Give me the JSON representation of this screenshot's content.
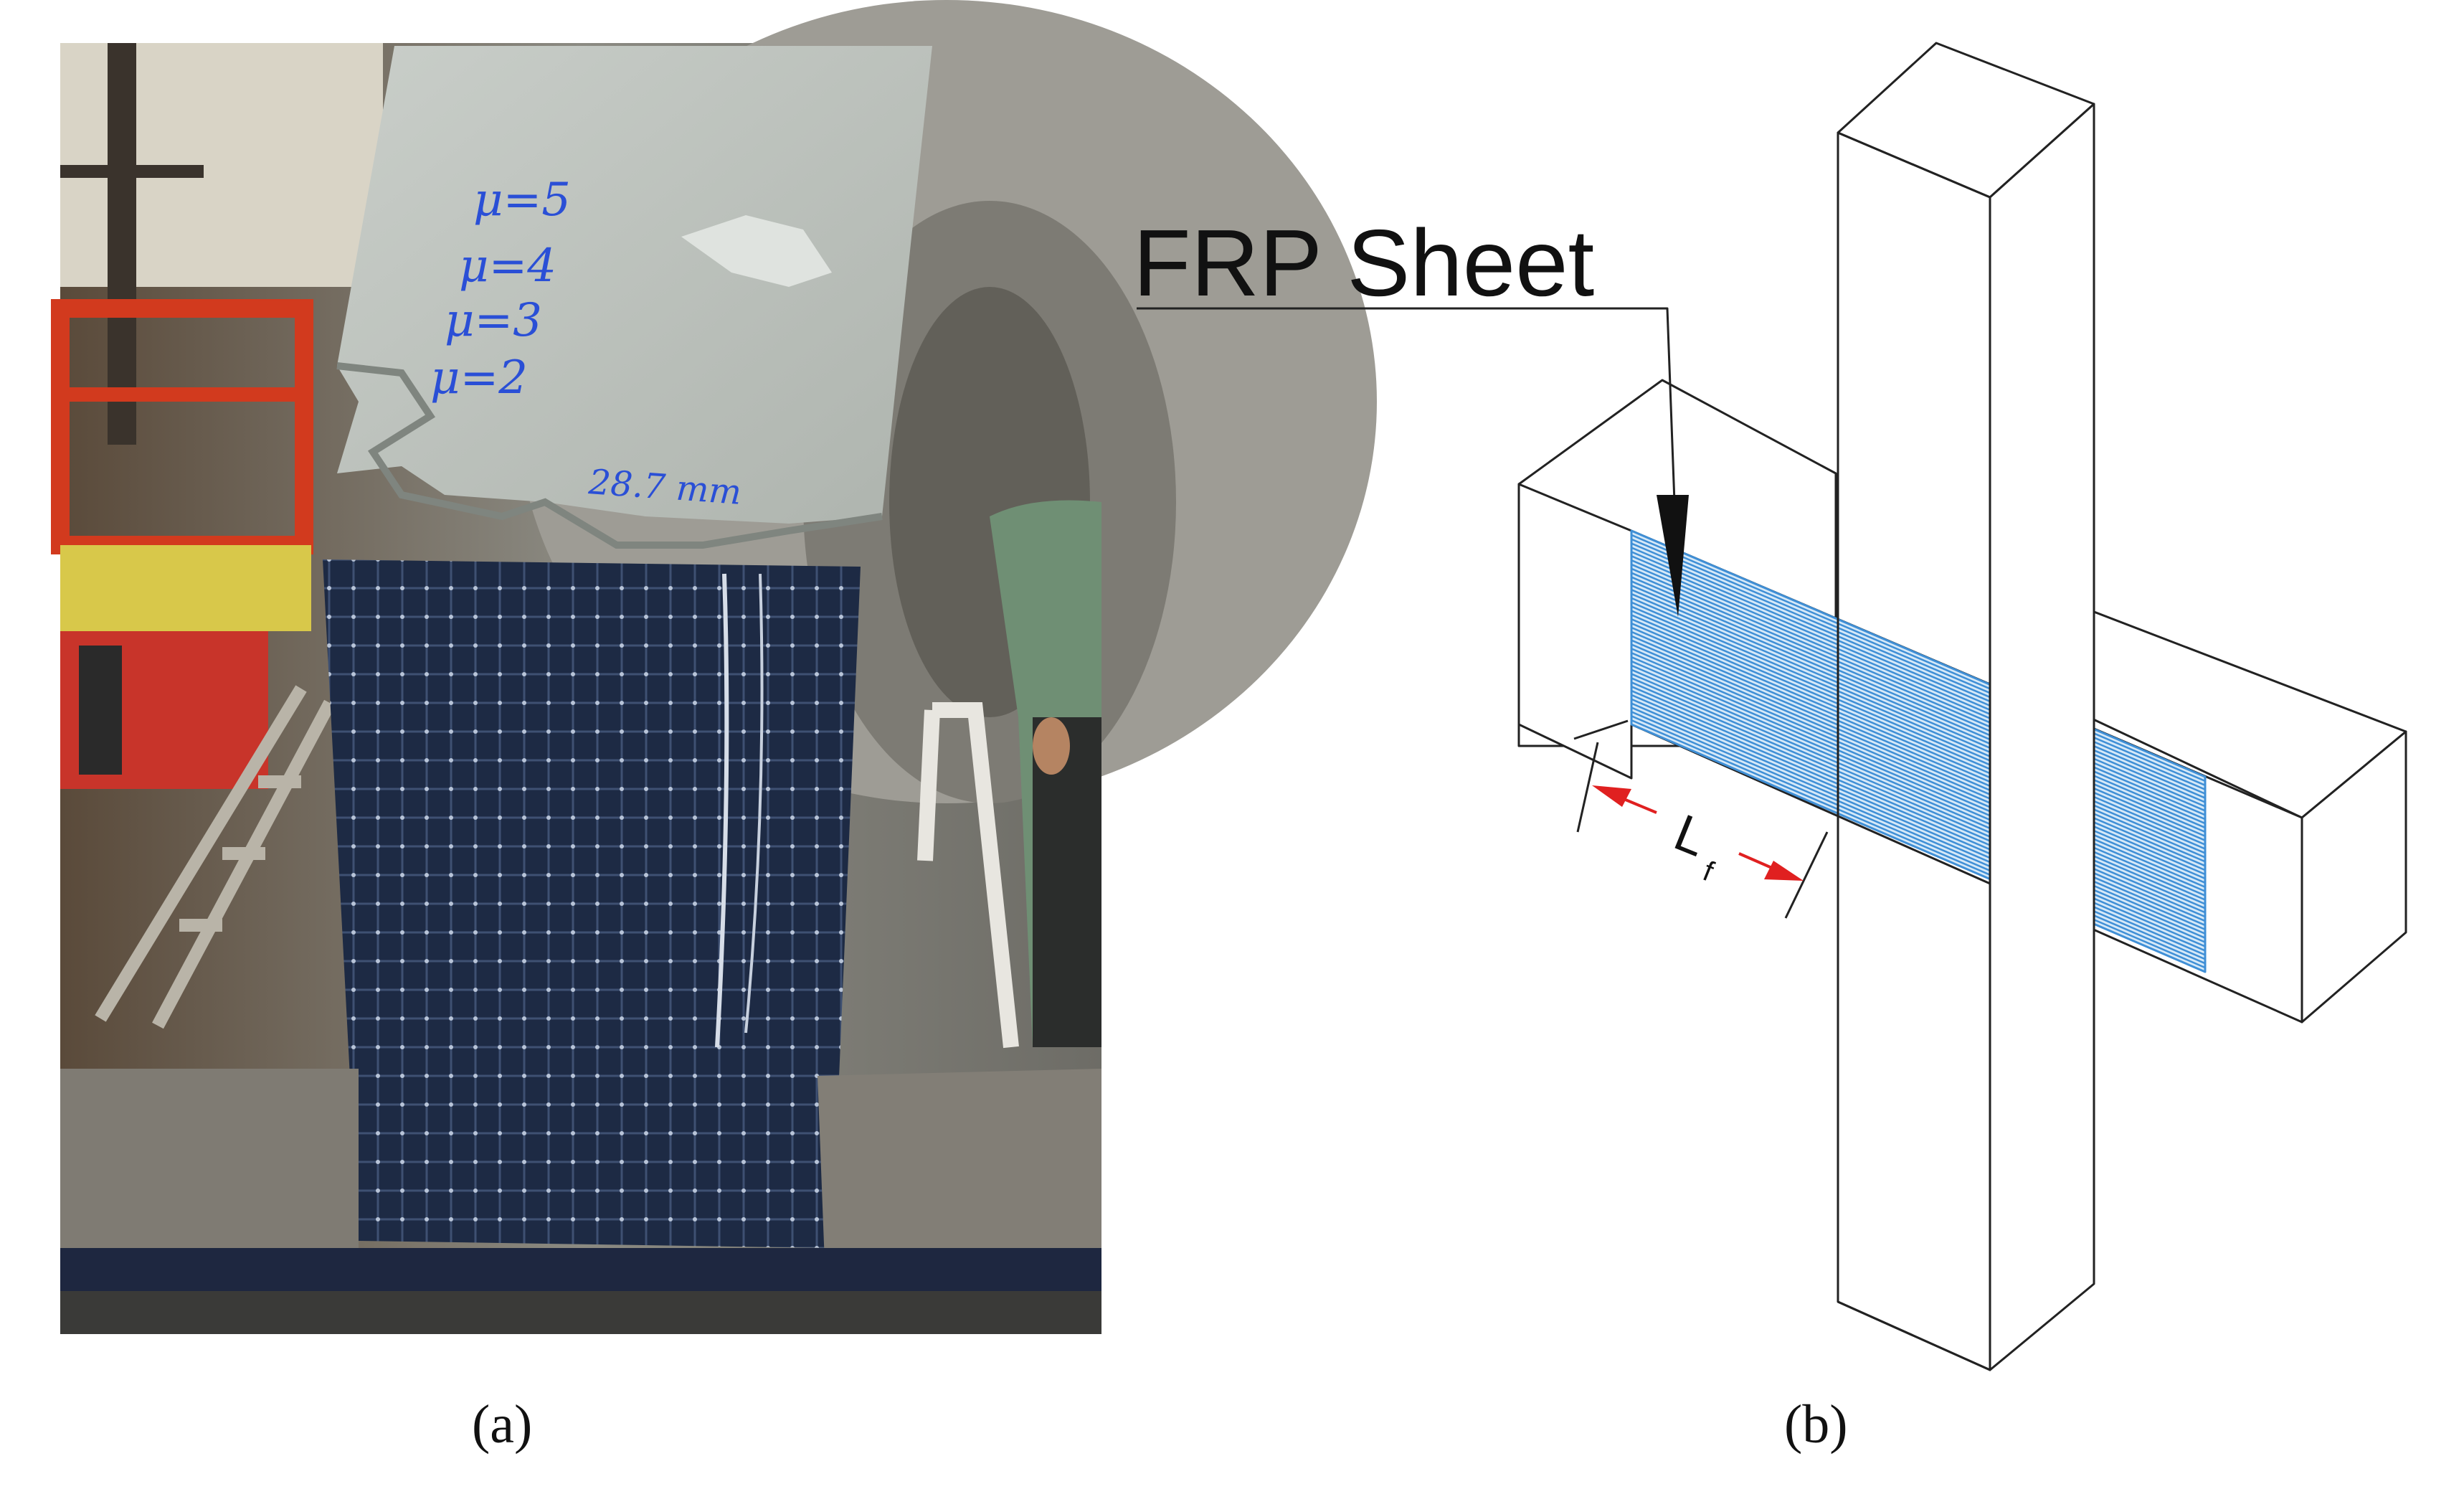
{
  "photo": {
    "handwriting": [
      "μ=5",
      "μ=4",
      "μ=3",
      "μ=2"
    ],
    "measurement": "28.7 mm"
  },
  "diagram": {
    "label": "FRP Sheet",
    "dimension_symbol": "L",
    "dimension_subscript": "f"
  },
  "captions": {
    "a": "(a)",
    "b": "(b)"
  },
  "colors": {
    "frp_lines": "#3f8fd6",
    "frp_fill": "#d6e9f8",
    "dimension_arrow": "#e02020",
    "handwriting": "#2a4fd6",
    "wrap": "#1d2a44"
  }
}
